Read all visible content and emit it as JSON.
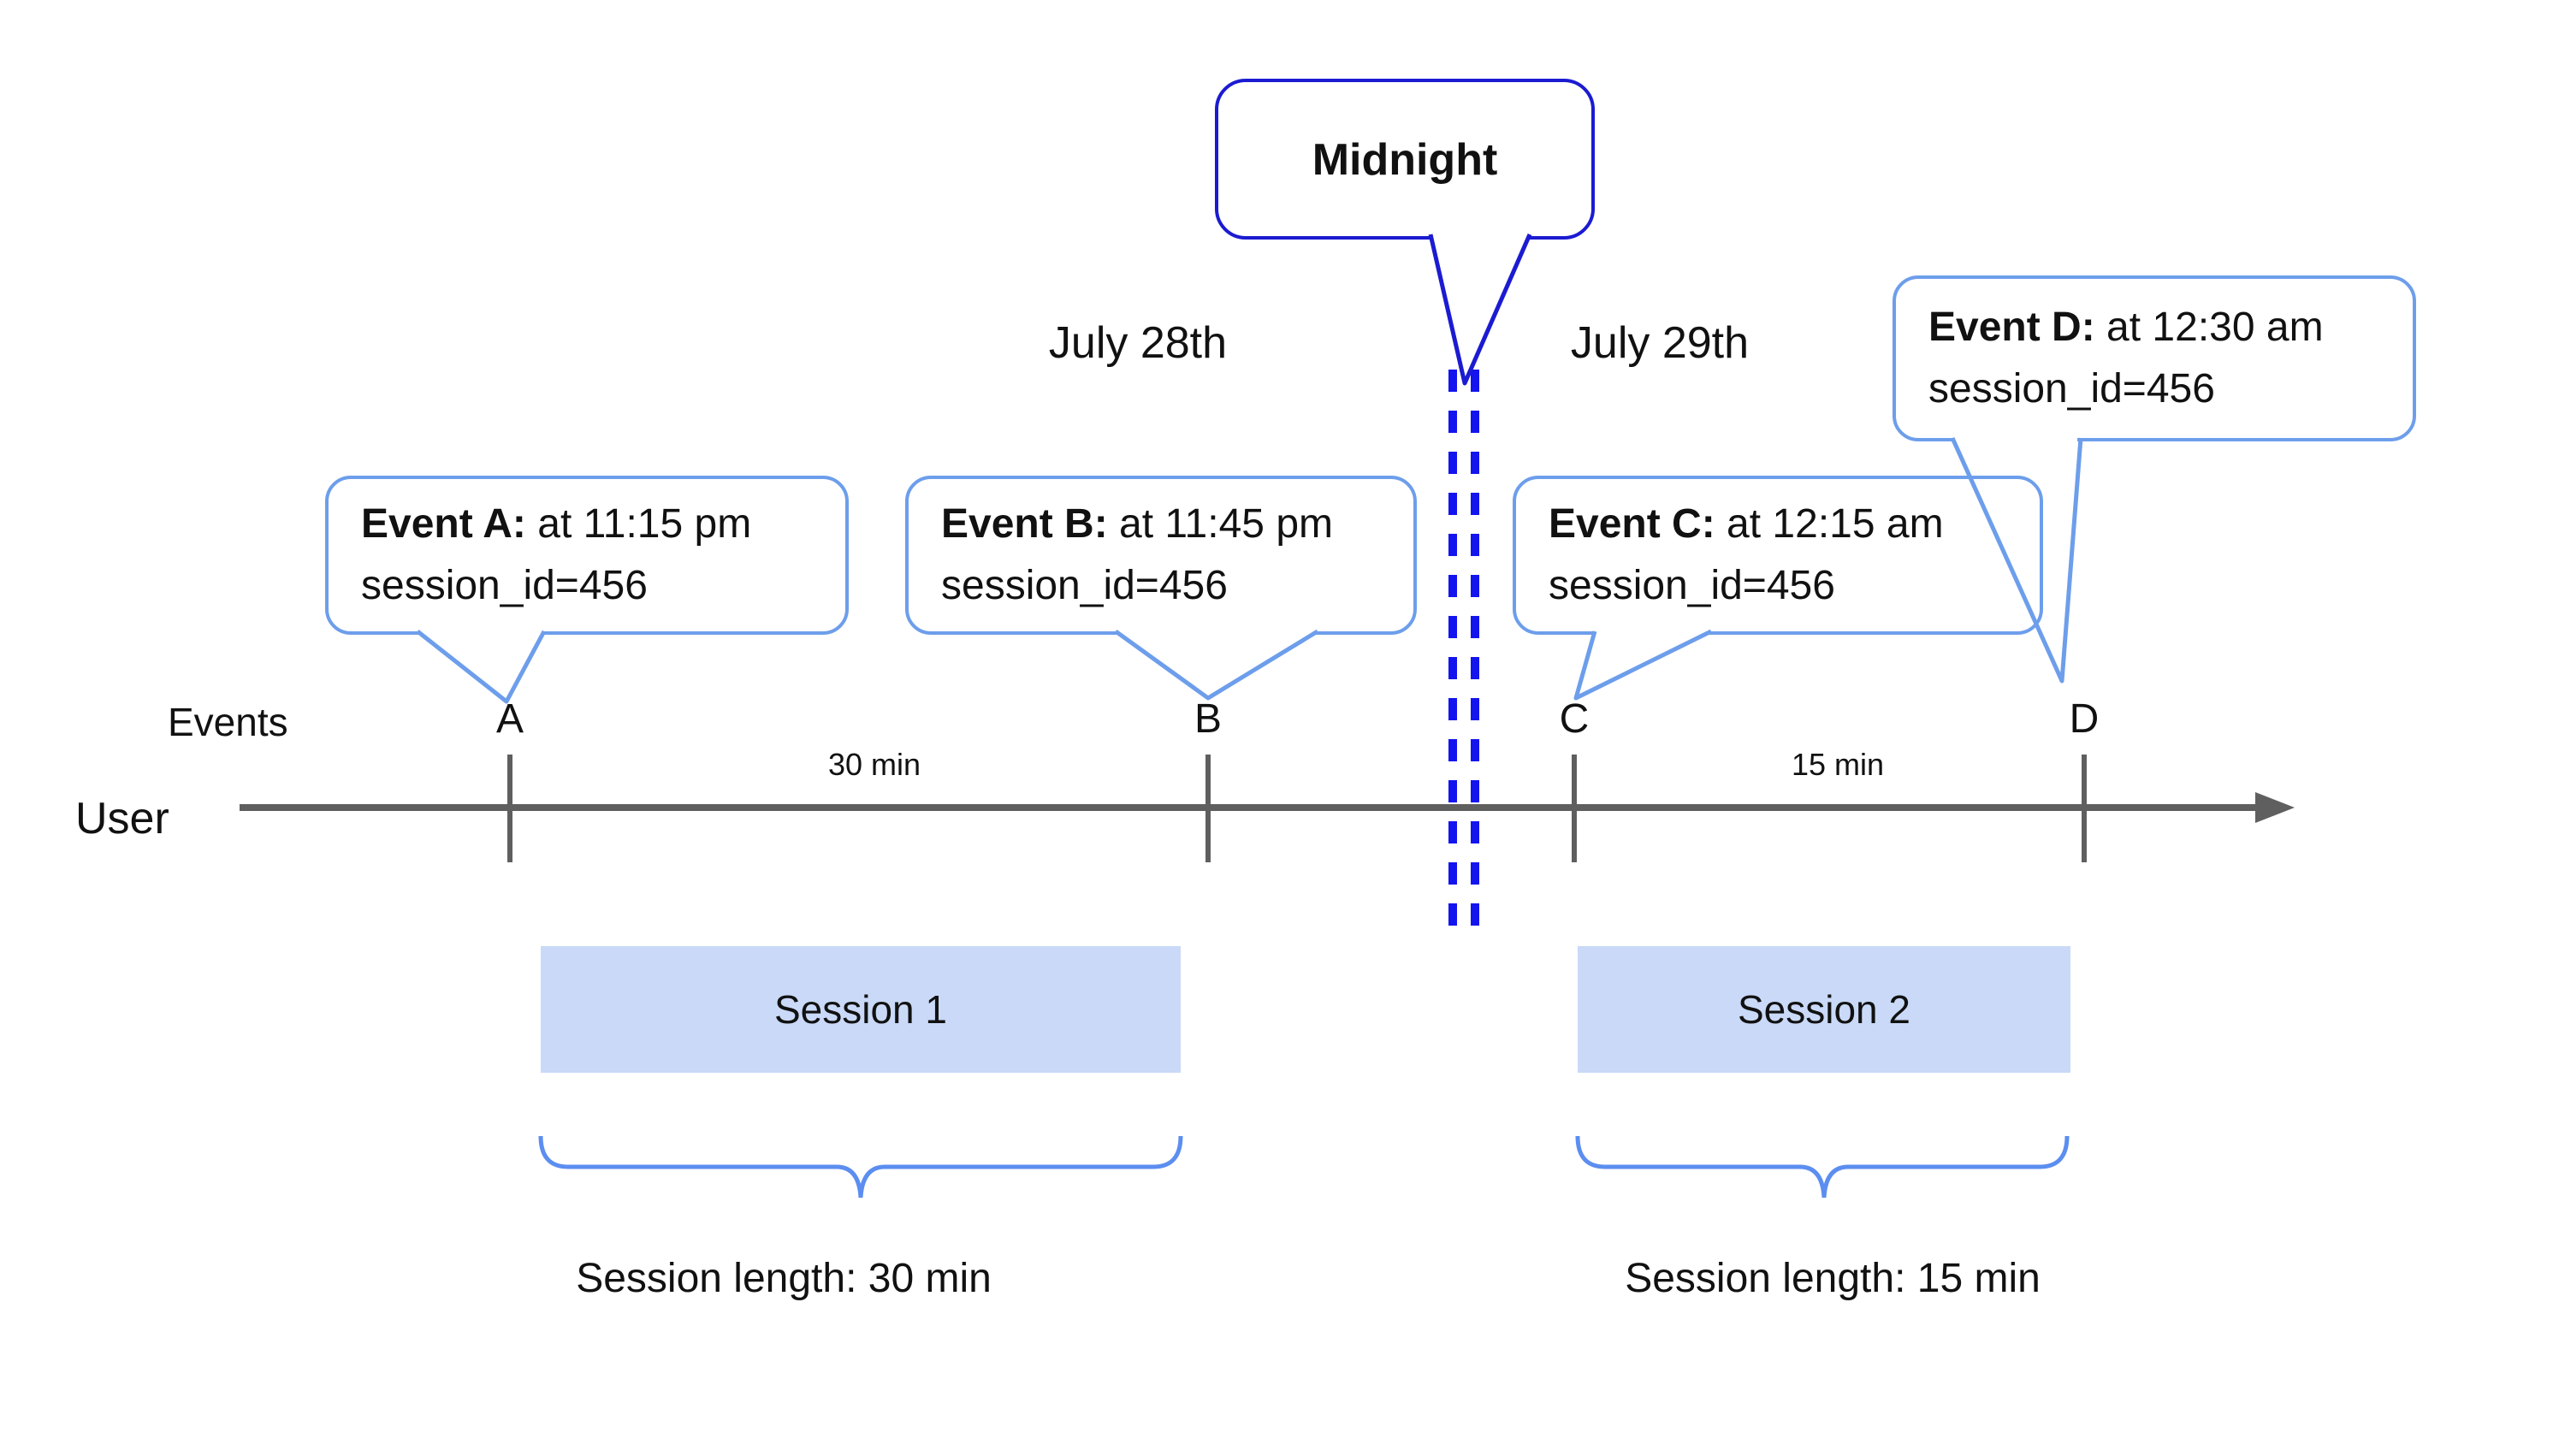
{
  "callouts": {
    "midnight": {
      "label": "Midnight"
    },
    "events": [
      {
        "label": "A",
        "title_bold": "Event A:",
        "title_rest": " at 11:15 pm",
        "detail": "session_id=456"
      },
      {
        "label": "B",
        "title_bold": "Event B:",
        "title_rest": " at 11:45 pm",
        "detail": "session_id=456"
      },
      {
        "label": "C",
        "title_bold": "Event C:",
        "title_rest": " at 12:15 am",
        "detail": "session_id=456"
      },
      {
        "label": "D",
        "title_bold": "Event D:",
        "title_rest": " at 12:30 am",
        "detail": "session_id=456"
      }
    ]
  },
  "dates": {
    "before_midnight": "July 28th",
    "after_midnight": "July 29th"
  },
  "timeline": {
    "events_row_label": "Events",
    "user_row_label": "User",
    "interval_a_b": "30 min",
    "interval_c_d": "15 min"
  },
  "sessions": [
    {
      "name": "Session 1",
      "length": "Session length: 30 min"
    },
    {
      "name": "Session 2",
      "length": "Session length: 15 min"
    }
  ],
  "colors": {
    "event_callout_border": "#6d9eeb",
    "midnight_callout_border": "#1b1bd2",
    "midnight_divider_dash": "#1414ee",
    "axis_gray": "#5f5f5f",
    "session_fill": "#c9d9f7",
    "brace_blue": "#5b8ef0",
    "text": "#111111"
  }
}
